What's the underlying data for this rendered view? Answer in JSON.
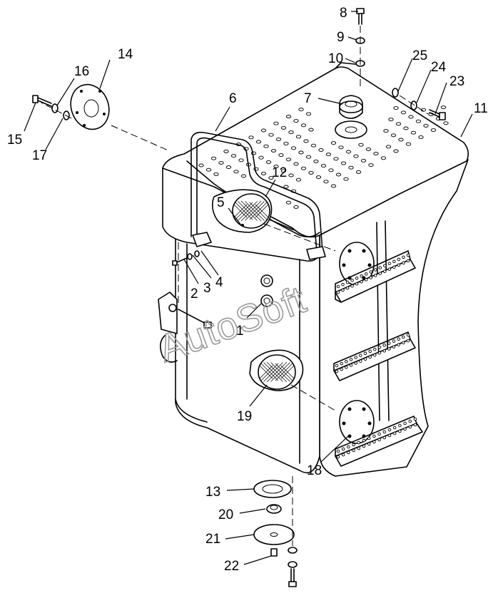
{
  "watermark": "AutoSoft",
  "callouts": [
    {
      "id": "1",
      "text": "1"
    },
    {
      "id": "2",
      "text": "2"
    },
    {
      "id": "3",
      "text": "3"
    },
    {
      "id": "4",
      "text": "4"
    },
    {
      "id": "5",
      "text": "5"
    },
    {
      "id": "6",
      "text": "6"
    },
    {
      "id": "7",
      "text": "7"
    },
    {
      "id": "8",
      "text": "8"
    },
    {
      "id": "9",
      "text": "9"
    },
    {
      "id": "10",
      "text": "10"
    },
    {
      "id": "11",
      "text": "11"
    },
    {
      "id": "12",
      "text": "12"
    },
    {
      "id": "13",
      "text": "13"
    },
    {
      "id": "14",
      "text": "14"
    },
    {
      "id": "15",
      "text": "15"
    },
    {
      "id": "16",
      "text": "16"
    },
    {
      "id": "17",
      "text": "17"
    },
    {
      "id": "18",
      "text": "18"
    },
    {
      "id": "19",
      "text": "19"
    },
    {
      "id": "20",
      "text": "20"
    },
    {
      "id": "21",
      "text": "21"
    },
    {
      "id": "22",
      "text": "22"
    },
    {
      "id": "23",
      "text": "23"
    },
    {
      "id": "24",
      "text": "24"
    },
    {
      "id": "25",
      "text": "25"
    }
  ]
}
